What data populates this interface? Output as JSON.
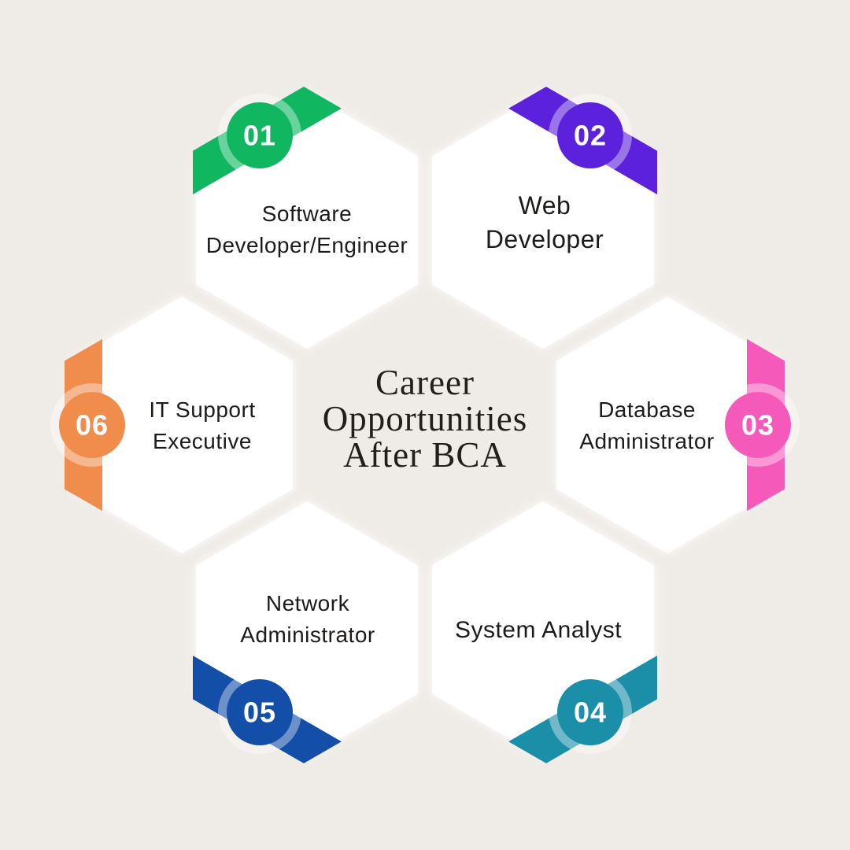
{
  "background": "#efebe7",
  "hexagon_fill": "#ffffff",
  "badge_text_color": "#ffffff",
  "text_color": "#1d1b19",
  "title": {
    "lines": [
      "Career",
      "Opportunities",
      "After BCA"
    ],
    "full_text": "Career Opportunities After BCA",
    "color": "#211e1b"
  },
  "items": [
    {
      "number": "01",
      "label": "Software Developer/Engineer",
      "lines": [
        "Software",
        "Developer/Engineer"
      ],
      "color": "#10b660"
    },
    {
      "number": "02",
      "label": "Web Developer",
      "lines": [
        "Web",
        "Developer"
      ],
      "color": "#5b21dc"
    },
    {
      "number": "03",
      "label": "Database Administrator",
      "lines": [
        "Database",
        "Administrator"
      ],
      "color": "#f55abb"
    },
    {
      "number": "04",
      "label": "System Analyst",
      "lines": [
        "System Analyst"
      ],
      "color": "#1b8fa8"
    },
    {
      "number": "05",
      "label": "Network Administrator",
      "lines": [
        "Network",
        "Administrator"
      ],
      "color": "#134fa8"
    },
    {
      "number": "06",
      "label": "IT Support Executive",
      "lines": [
        "IT Support",
        "Executive"
      ],
      "color": "#f08d4d"
    }
  ]
}
